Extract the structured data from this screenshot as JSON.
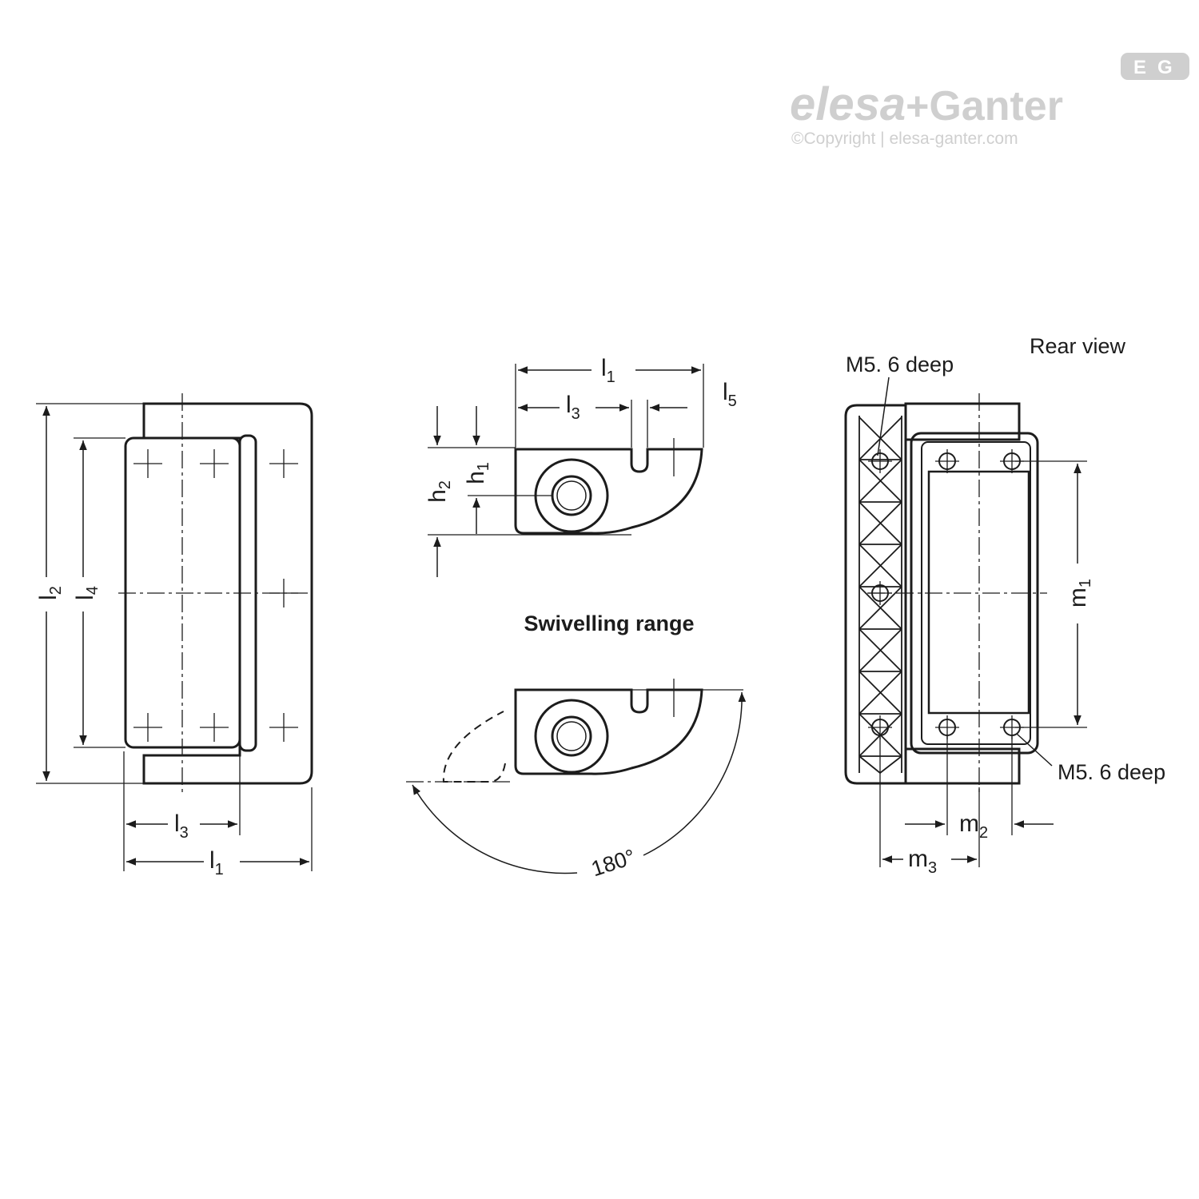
{
  "logo": {
    "brand_part1": "elesa",
    "brand_plus": "+",
    "brand_part2": "Ganter",
    "copyright": "©Copyright | elesa-ganter.com",
    "badge_left": "E",
    "badge_right": "G"
  },
  "labels": {
    "front_l1_letter": "l",
    "front_l1_sub": "1",
    "front_l2_letter": "l",
    "front_l2_sub": "2",
    "front_l3_letter": "l",
    "front_l3_sub": "3",
    "front_l4_letter": "l",
    "front_l4_sub": "4",
    "side_l1_letter": "l",
    "side_l1_sub": "1",
    "side_l3_letter": "l",
    "side_l3_sub": "3",
    "side_l5_letter": "l",
    "side_l5_sub": "5",
    "side_h1_letter": "h",
    "side_h1_sub": "1",
    "side_h2_letter": "h",
    "side_h2_sub": "2",
    "swivelling_range": "Swivelling range",
    "angle": "180°",
    "rear_view": "Rear view",
    "thread_top": "M5. 6 deep",
    "thread_bottom": "M5. 6 deep",
    "rear_m1_letter": "m",
    "rear_m1_sub": "1",
    "rear_m2_letter": "m",
    "rear_m2_sub": "2",
    "rear_m3_letter": "m",
    "rear_m3_sub": "3"
  },
  "colors": {
    "line": "#1c1c1c",
    "logo_gray": "#cfcfcf"
  }
}
